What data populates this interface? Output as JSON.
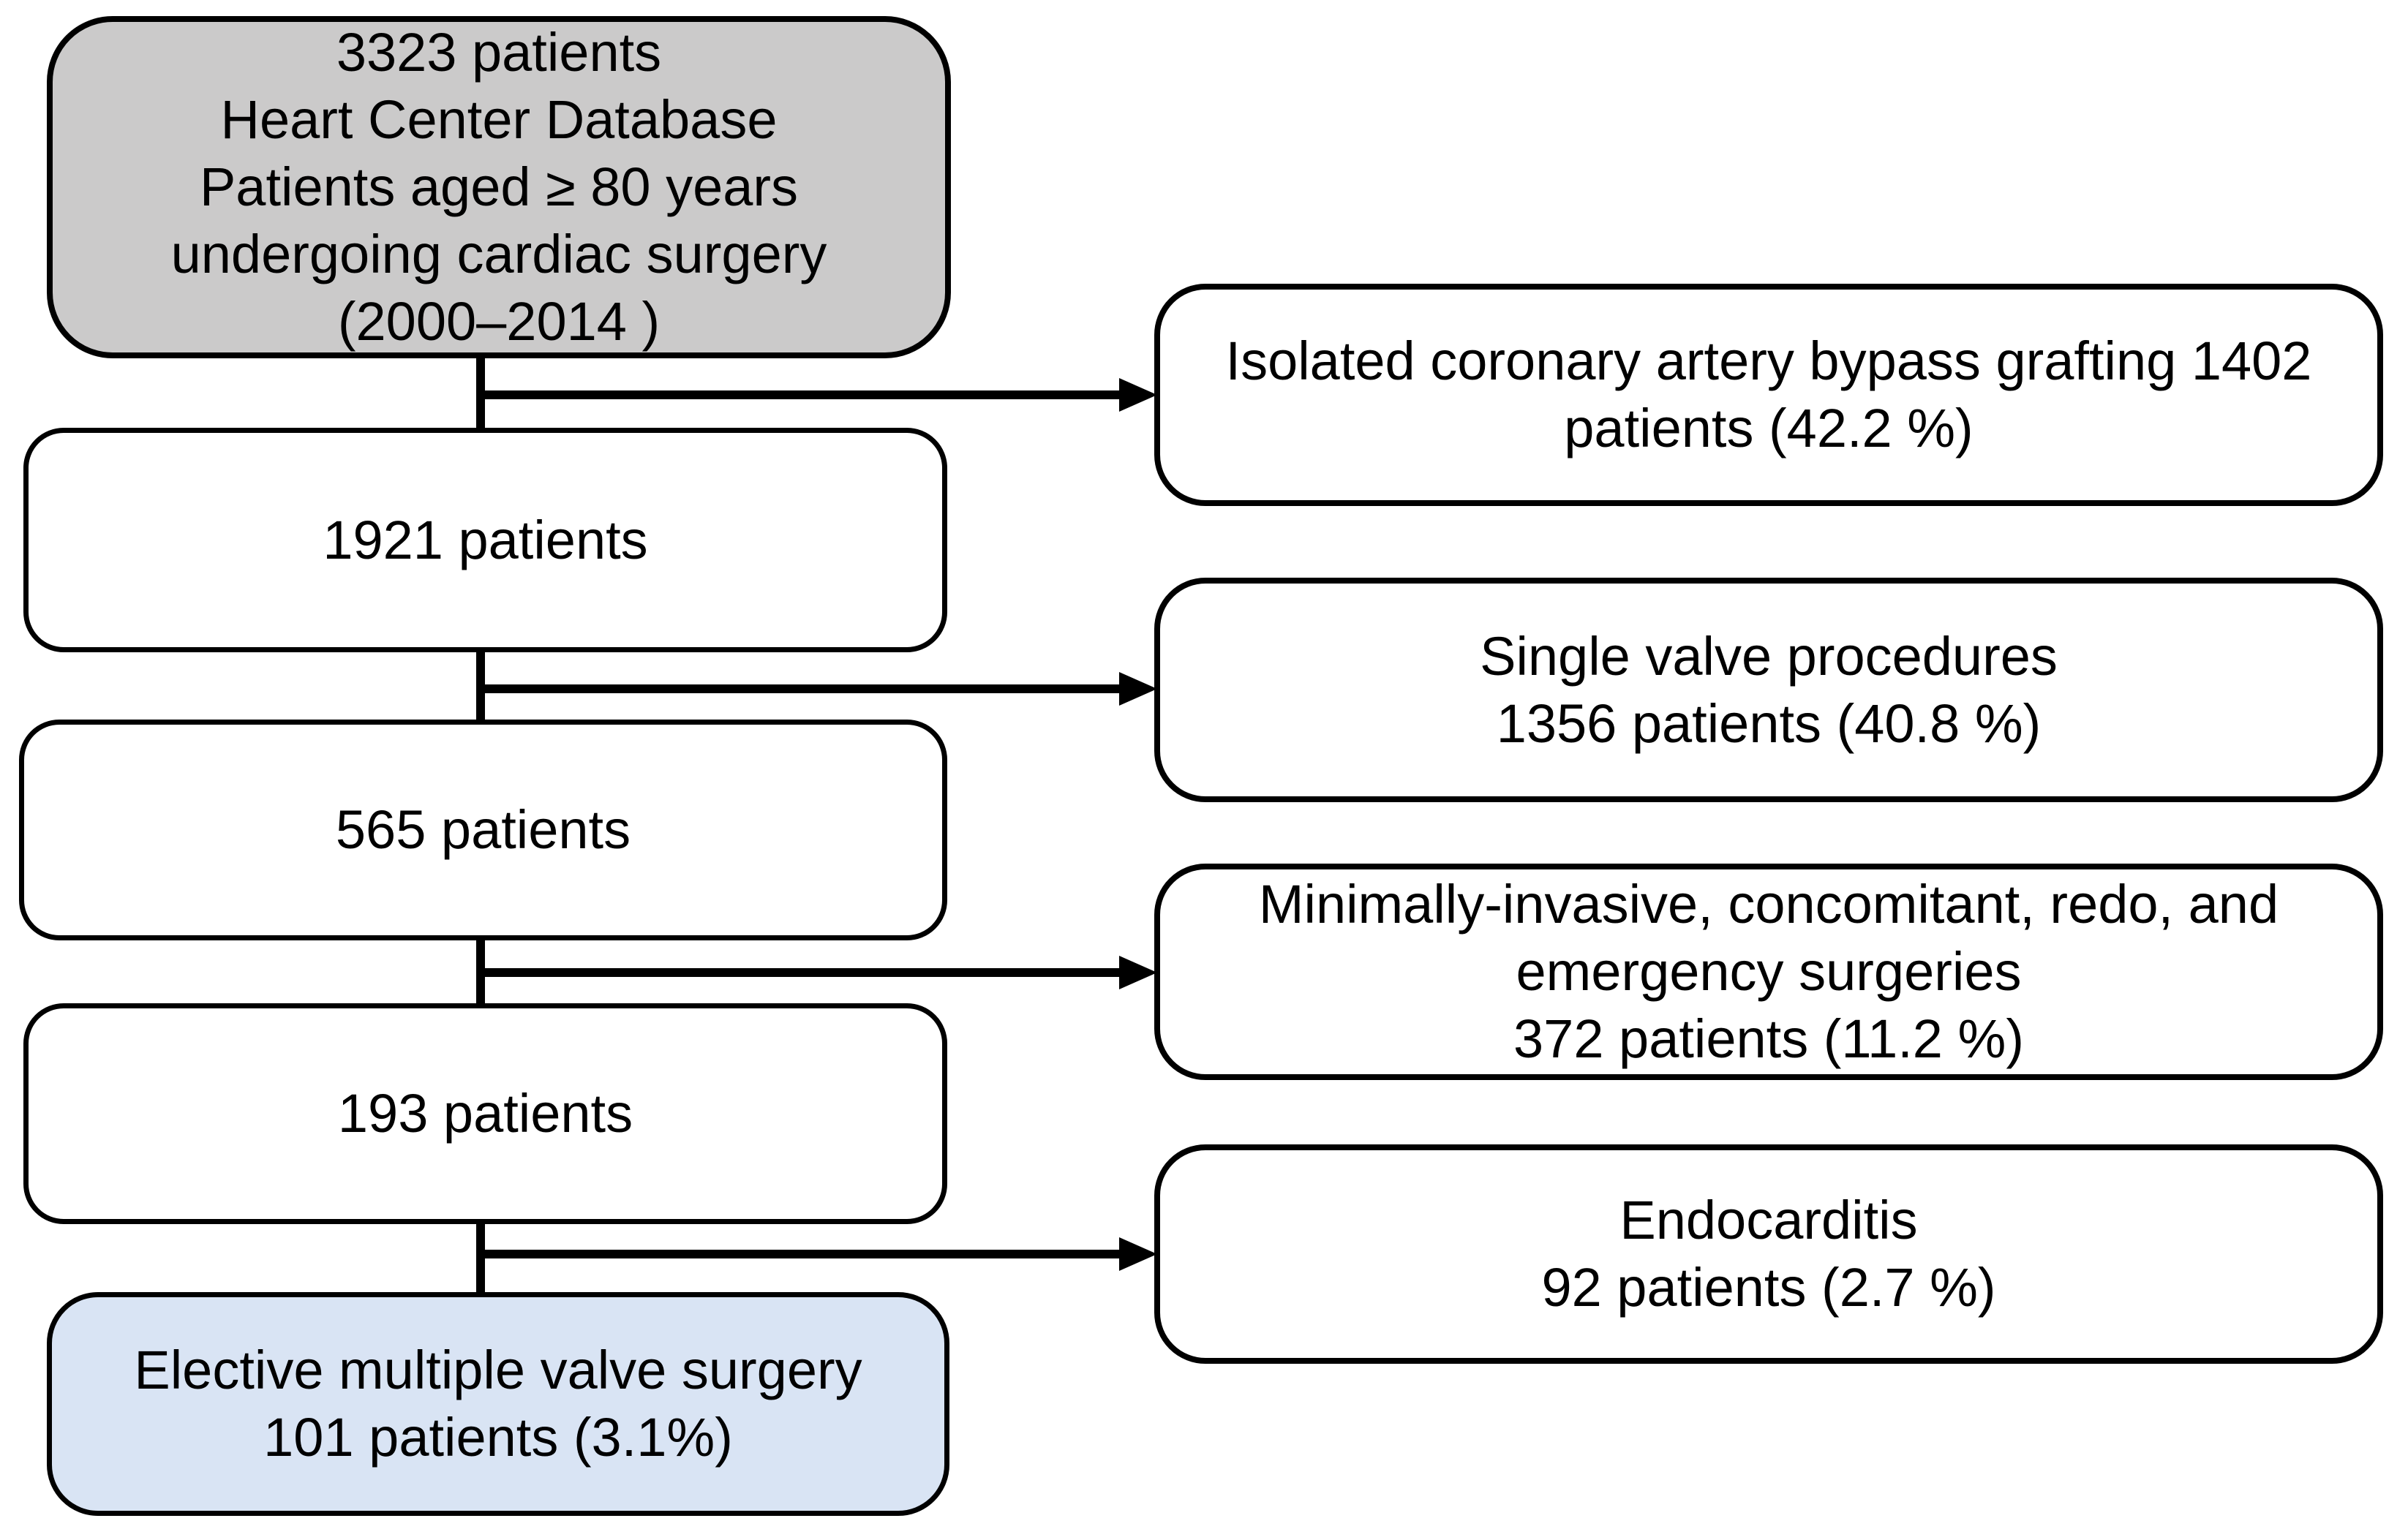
{
  "flow": {
    "steps": [
      {
        "name": "source-population",
        "text": "3323 patients\nHeart Center Database\nPatients aged ≥ 80 years\nundergoing cardiac surgery\n(2000–2014 )",
        "fill": "#cbcaca"
      },
      {
        "name": "cohort-after-cabg-exclusion",
        "text": "1921 patients",
        "fill": "#ffffff"
      },
      {
        "name": "cohort-after-single-valve-exclusion",
        "text": "565 patients",
        "fill": "#ffffff"
      },
      {
        "name": "cohort-after-complex-surgery-exclusion",
        "text": "193 patients",
        "fill": "#ffffff"
      },
      {
        "name": "final-cohort",
        "text": "Elective multiple valve surgery\n101 patients (3.1%)",
        "fill": "#d9e4f4"
      }
    ],
    "exclusions": [
      {
        "name": "exclusion-cabg",
        "text": "Isolated coronary artery bypass grafting 1402\npatients (42.2 %)"
      },
      {
        "name": "exclusion-single-valve",
        "text": "Single valve procedures\n1356 patients (40.8 %)"
      },
      {
        "name": "exclusion-complex-surgeries",
        "text": "Minimally-invasive, concomitant, redo, and\nemergency surgeries\n372 patients (11.2 %)"
      },
      {
        "name": "exclusion-endocarditis",
        "text": "Endocarditis\n92 patients (2.7 %)"
      }
    ],
    "colors": {
      "source_fill": "#cbcaca",
      "final_fill": "#d9e4f4",
      "default_fill": "#ffffff",
      "line": "#000000",
      "text": "#000000"
    }
  }
}
